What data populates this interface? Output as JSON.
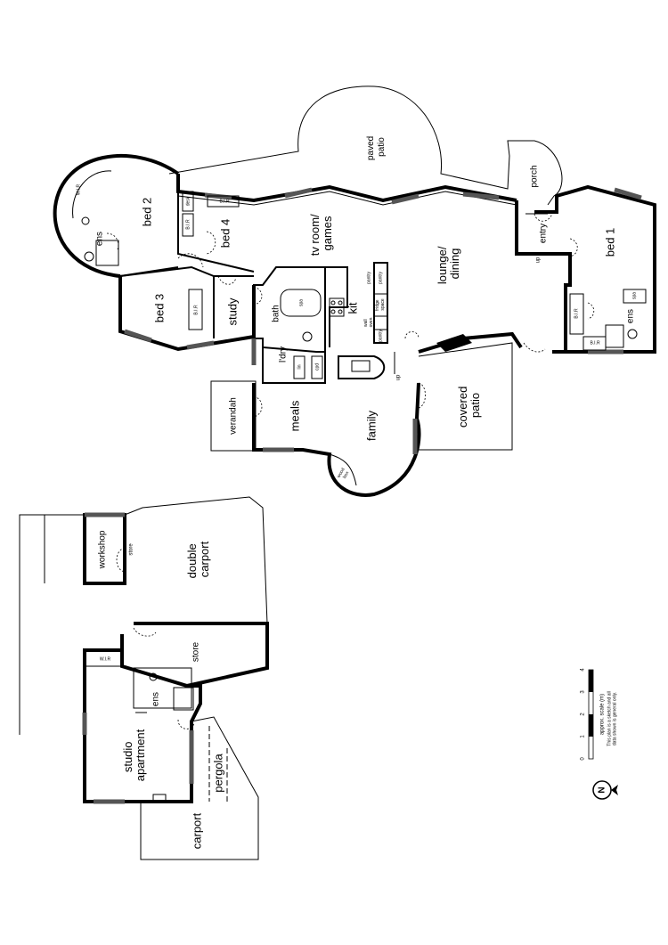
{
  "rooms": {
    "paved_patio": "paved\npatio",
    "porch": "porch",
    "entry": "entry",
    "up_entry": "up",
    "bed1": "bed 1",
    "bed2": "bed 2",
    "bed3": "bed 3",
    "bed4": "bed 4",
    "tv_room": "tv room/\ngames",
    "lounge_dining": "lounge/\ndining",
    "kit": "kit",
    "bath": "bath",
    "study": "study",
    "ldry": "l'dry",
    "meals": "meals",
    "family": "family",
    "verandah": "verandah",
    "covered_patio": "covered\npatio",
    "up_kitchen": "up",
    "ens_bed2": "ens",
    "ens_bed1": "ens",
    "wir_bed2": "W.I.R",
    "desk": "desk",
    "bir_bed2": "B.I.R",
    "bir_bed4": "B.I.R",
    "bir_bed3": "B.I.R",
    "bir_bed1a": "B.I.R",
    "bir_bed1b": "B.I.R",
    "spa_bath": "spa",
    "spa_ens": "spa",
    "pantry1": "pantry",
    "pantry2": "pantry",
    "pantry3": "pantry",
    "fridge_space": "fridge\nspace",
    "wall_oven": "wall\noven",
    "linen": "lin",
    "cpd": "cpd",
    "wood_box": "wood\nbox",
    "workshop": "workshop",
    "store_workshop": "store",
    "double_carport": "double\ncarport",
    "store_big": "store",
    "wir_studio": "W.I.R",
    "ens_studio": "ens",
    "studio_apartment": "studio\napartment",
    "pergola": "pergola",
    "carport": "carport"
  },
  "scale": {
    "title": "approx. scale (m)",
    "ticks": [
      "0",
      "1",
      "2",
      "3",
      "4"
    ],
    "disclaimer_line1": "This plan is a sketch and all",
    "disclaimer_line2": "data shown is general only."
  },
  "compass": {
    "letter": "N"
  }
}
